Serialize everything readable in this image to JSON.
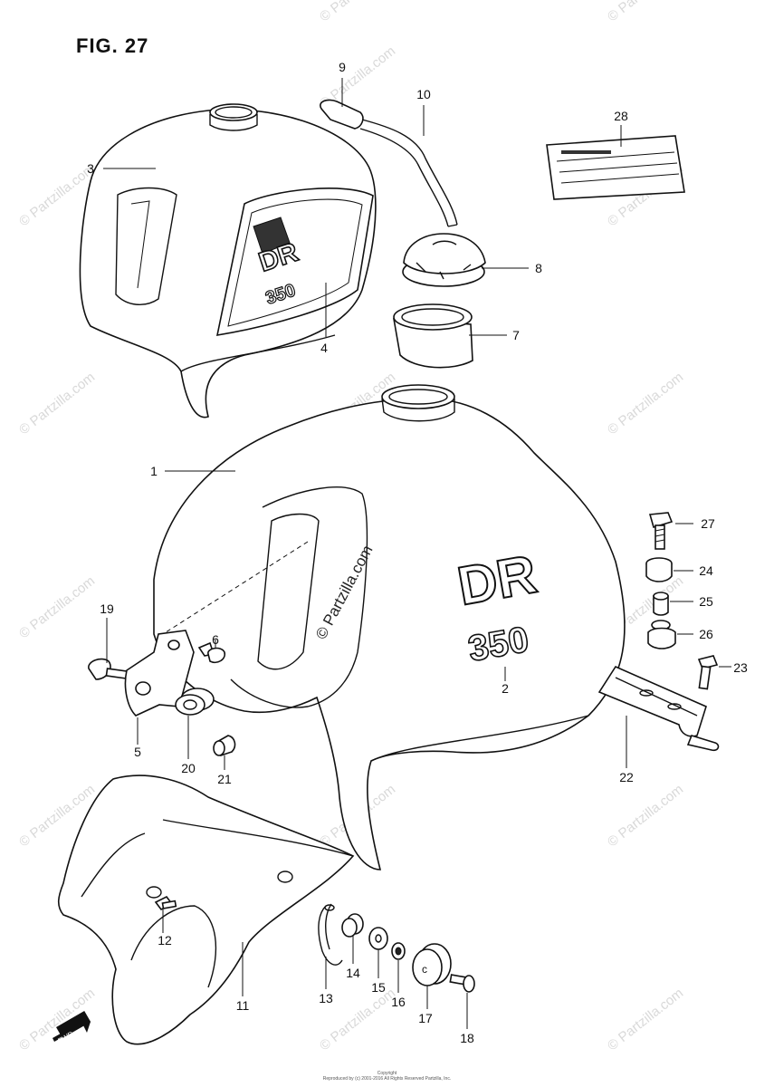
{
  "figure": {
    "title": "FIG. 27",
    "callouts": [
      {
        "id": "c1",
        "text": "1"
      },
      {
        "id": "c2",
        "text": "2"
      },
      {
        "id": "c3",
        "text": "3"
      },
      {
        "id": "c4",
        "text": "4"
      },
      {
        "id": "c5",
        "text": "5"
      },
      {
        "id": "c6",
        "text": "6"
      },
      {
        "id": "c7",
        "text": "7"
      },
      {
        "id": "c8",
        "text": "8"
      },
      {
        "id": "c9",
        "text": "9"
      },
      {
        "id": "c10",
        "text": "10"
      },
      {
        "id": "c11",
        "text": "11"
      },
      {
        "id": "c12",
        "text": "12"
      },
      {
        "id": "c13",
        "text": "13"
      },
      {
        "id": "c14",
        "text": "14"
      },
      {
        "id": "c15",
        "text": "15"
      },
      {
        "id": "c16",
        "text": "16"
      },
      {
        "id": "c17",
        "text": "17"
      },
      {
        "id": "c18",
        "text": "18"
      },
      {
        "id": "c19",
        "text": "19"
      },
      {
        "id": "c20",
        "text": "20"
      },
      {
        "id": "c21",
        "text": "21"
      },
      {
        "id": "c22",
        "text": "22"
      },
      {
        "id": "c23",
        "text": "23"
      },
      {
        "id": "c24",
        "text": "24"
      },
      {
        "id": "c25",
        "text": "25"
      },
      {
        "id": "c26",
        "text": "26"
      },
      {
        "id": "c27",
        "text": "27"
      },
      {
        "id": "c28",
        "text": "28"
      }
    ],
    "tank_emblem_large": {
      "line1": "DR",
      "line2": "350"
    },
    "tank_emblem_small": {
      "line1": "DR",
      "line2": "350"
    },
    "fwd_arrow_label": "FWD"
  },
  "watermark": {
    "text": "© Partzilla.com",
    "center_text": "© Partzilla.com"
  },
  "footer": {
    "line1": "Copyright",
    "line2": "Reproduced by (c) 2001-2016 All Rights Reserved Partzilla, Inc."
  }
}
